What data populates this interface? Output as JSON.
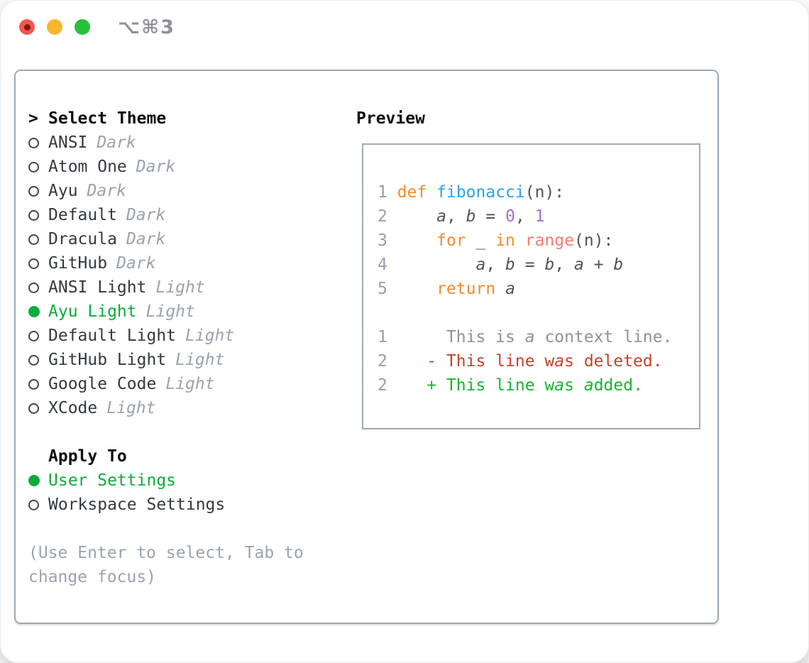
{
  "window": {
    "title": "⌥⌘3"
  },
  "theme_list": {
    "cursor": ">",
    "header": "Select Theme",
    "items": [
      {
        "name": "ANSI",
        "variant": "Dark",
        "selected": false
      },
      {
        "name": "Atom One",
        "variant": "Dark",
        "selected": false
      },
      {
        "name": "Ayu",
        "variant": "Dark",
        "selected": false
      },
      {
        "name": "Default",
        "variant": "Dark",
        "selected": false
      },
      {
        "name": "Dracula",
        "variant": "Dark",
        "selected": false
      },
      {
        "name": "GitHub",
        "variant": "Dark",
        "selected": false
      },
      {
        "name": "ANSI Light",
        "variant": "Light",
        "selected": false
      },
      {
        "name": "Ayu Light",
        "variant": "Light",
        "selected": true
      },
      {
        "name": "Default Light",
        "variant": "Light",
        "selected": false
      },
      {
        "name": "GitHub Light",
        "variant": "Light",
        "selected": false
      },
      {
        "name": "Google Code",
        "variant": "Light",
        "selected": false
      },
      {
        "name": "XCode",
        "variant": "Light",
        "selected": false
      }
    ]
  },
  "apply_to": {
    "header": "Apply To",
    "options": [
      {
        "label": "User Settings",
        "selected": true
      },
      {
        "label": "Workspace Settings",
        "selected": false
      }
    ]
  },
  "help_text": "(Use Enter to select, Tab to change focus)",
  "preview": {
    "header": "Preview",
    "lines": [
      [
        {
          "t": "1",
          "c": "num"
        },
        {
          "t": " ",
          "c": "plain"
        },
        {
          "t": "def",
          "c": "kw"
        },
        {
          "t": " ",
          "c": "plain"
        },
        {
          "t": "fibonacci",
          "c": "fn"
        },
        {
          "t": "(n):",
          "c": "plain"
        }
      ],
      [
        {
          "t": "2",
          "c": "num"
        },
        {
          "t": "     ",
          "c": "plain"
        },
        {
          "t": "a",
          "c": "var",
          "i": true
        },
        {
          "t": ", ",
          "c": "plain"
        },
        {
          "t": "b",
          "c": "var",
          "i": true
        },
        {
          "t": " = ",
          "c": "plain"
        },
        {
          "t": "0",
          "c": "numlit"
        },
        {
          "t": ", ",
          "c": "plain"
        },
        {
          "t": "1",
          "c": "numlit"
        }
      ],
      [
        {
          "t": "3",
          "c": "num"
        },
        {
          "t": "     ",
          "c": "plain"
        },
        {
          "t": "for",
          "c": "kw"
        },
        {
          "t": " _ ",
          "c": "plain"
        },
        {
          "t": "in",
          "c": "kw"
        },
        {
          "t": " ",
          "c": "plain"
        },
        {
          "t": "range",
          "c": "call"
        },
        {
          "t": "(n):",
          "c": "plain"
        }
      ],
      [
        {
          "t": "4",
          "c": "num"
        },
        {
          "t": "         ",
          "c": "plain"
        },
        {
          "t": "a",
          "c": "var",
          "i": true
        },
        {
          "t": ", ",
          "c": "plain"
        },
        {
          "t": "b",
          "c": "var",
          "i": true
        },
        {
          "t": " = ",
          "c": "plain"
        },
        {
          "t": "b",
          "c": "var",
          "i": true
        },
        {
          "t": ", ",
          "c": "plain"
        },
        {
          "t": "a",
          "c": "var",
          "i": true
        },
        {
          "t": " + ",
          "c": "plain"
        },
        {
          "t": "b",
          "c": "var",
          "i": true
        }
      ],
      [
        {
          "t": "5",
          "c": "num"
        },
        {
          "t": "     ",
          "c": "plain"
        },
        {
          "t": "return",
          "c": "kw"
        },
        {
          "t": " ",
          "c": "plain"
        },
        {
          "t": "a",
          "c": "var",
          "i": true
        }
      ],
      [
        {
          "t": "",
          "c": "plain"
        }
      ],
      [
        {
          "t": "1",
          "c": "num"
        },
        {
          "t": "      This is ",
          "c": "ctx"
        },
        {
          "t": "a",
          "c": "ctx",
          "i": true
        },
        {
          "t": " context line.",
          "c": "ctx"
        }
      ],
      [
        {
          "t": "2",
          "c": "num"
        },
        {
          "t": "    ",
          "c": "plain"
        },
        {
          "t": "- This line w",
          "c": "del"
        },
        {
          "t": "a",
          "c": "del",
          "i": true
        },
        {
          "t": "s deleted.",
          "c": "del"
        }
      ],
      [
        {
          "t": "2",
          "c": "num"
        },
        {
          "t": "    ",
          "c": "plain"
        },
        {
          "t": "+ This line w",
          "c": "add"
        },
        {
          "t": "a",
          "c": "add",
          "i": true
        },
        {
          "t": "s ",
          "c": "add"
        },
        {
          "t": "a",
          "c": "add",
          "i": true
        },
        {
          "t": "dded.",
          "c": "add"
        }
      ]
    ]
  },
  "colors": {
    "selected_green": "#0bad3a",
    "added_green": "#17b62c",
    "deleted_red": "#c9402c",
    "keyword_orange": "#f38b2a",
    "function_blue": "#2ba4e9",
    "call_coral": "#f57c74",
    "number_purple": "#a06fd2",
    "muted": "#9aa3b0",
    "panel_border": "#a0aab4",
    "traffic_red": "#f5564c",
    "traffic_yellow": "#f8b62e",
    "traffic_green": "#26c13b"
  }
}
